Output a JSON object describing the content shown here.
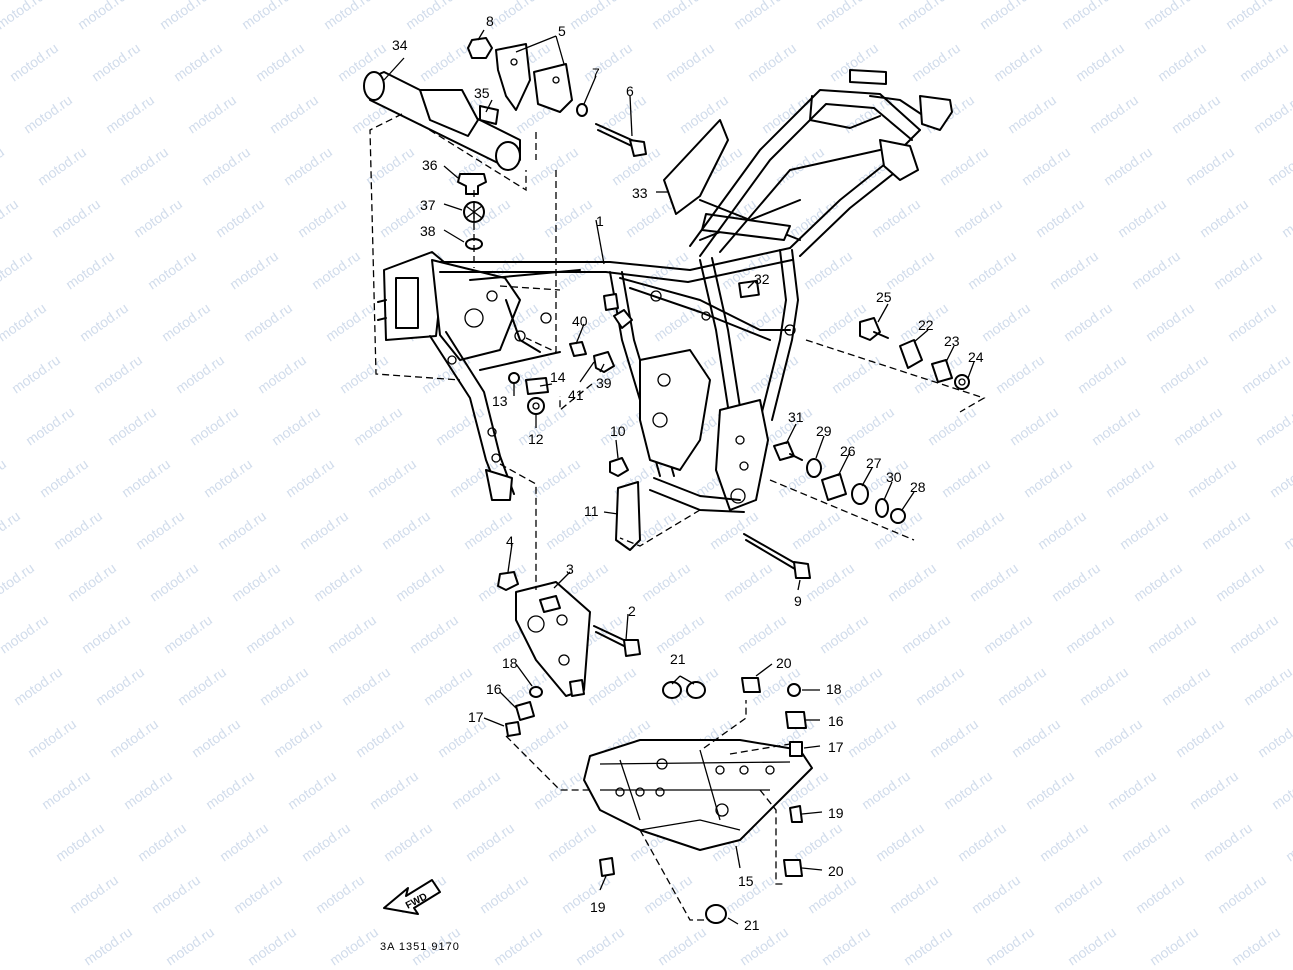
{
  "watermark": {
    "text": "motod.ru"
  },
  "footer": {
    "drawing_code": "3A 1351 9170"
  },
  "arrow": {
    "text": "FWD"
  },
  "callouts": [
    {
      "id": "1",
      "text": "1"
    },
    {
      "id": "2",
      "text": "2"
    },
    {
      "id": "3",
      "text": "3"
    },
    {
      "id": "4",
      "text": "4"
    },
    {
      "id": "5",
      "text": "5"
    },
    {
      "id": "6",
      "text": "6"
    },
    {
      "id": "7",
      "text": "7"
    },
    {
      "id": "8",
      "text": "8"
    },
    {
      "id": "9",
      "text": "9"
    },
    {
      "id": "10",
      "text": "10"
    },
    {
      "id": "11",
      "text": "11"
    },
    {
      "id": "12",
      "text": "12"
    },
    {
      "id": "13",
      "text": "13"
    },
    {
      "id": "14",
      "text": "14"
    },
    {
      "id": "15",
      "text": "15"
    },
    {
      "id": "16a",
      "text": "16"
    },
    {
      "id": "16b",
      "text": "16"
    },
    {
      "id": "17a",
      "text": "17"
    },
    {
      "id": "17b",
      "text": "17"
    },
    {
      "id": "18a",
      "text": "18"
    },
    {
      "id": "18b",
      "text": "18"
    },
    {
      "id": "19a",
      "text": "19"
    },
    {
      "id": "19b",
      "text": "19"
    },
    {
      "id": "20a",
      "text": "20"
    },
    {
      "id": "20b",
      "text": "20"
    },
    {
      "id": "21a",
      "text": "21"
    },
    {
      "id": "21b",
      "text": "21"
    },
    {
      "id": "22",
      "text": "22"
    },
    {
      "id": "23",
      "text": "23"
    },
    {
      "id": "24",
      "text": "24"
    },
    {
      "id": "25",
      "text": "25"
    },
    {
      "id": "26",
      "text": "26"
    },
    {
      "id": "27",
      "text": "27"
    },
    {
      "id": "28",
      "text": "28"
    },
    {
      "id": "29",
      "text": "29"
    },
    {
      "id": "30",
      "text": "30"
    },
    {
      "id": "31",
      "text": "31"
    },
    {
      "id": "32",
      "text": "32"
    },
    {
      "id": "33",
      "text": "33"
    },
    {
      "id": "34",
      "text": "34"
    },
    {
      "id": "35",
      "text": "35"
    },
    {
      "id": "36",
      "text": "36"
    },
    {
      "id": "37",
      "text": "37"
    },
    {
      "id": "38",
      "text": "38"
    },
    {
      "id": "39",
      "text": "39"
    },
    {
      "id": "40",
      "text": "40"
    },
    {
      "id": "41",
      "text": "41"
    }
  ]
}
